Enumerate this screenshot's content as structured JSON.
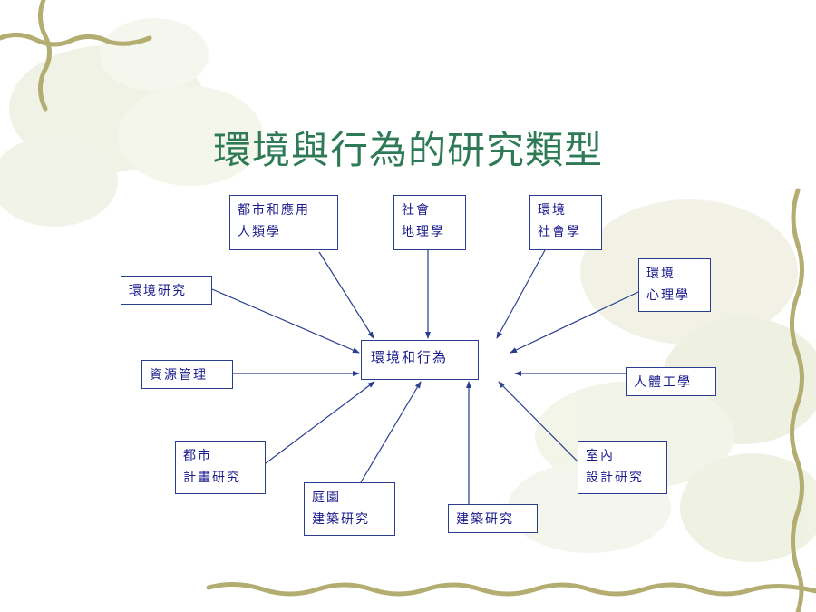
{
  "title": "環境與行為的研究類型",
  "colors": {
    "title": "#2e7a57",
    "box_border": "#2a3d8f",
    "box_text": "#1a1a8c",
    "arrow": "#2a3d8f"
  },
  "center": {
    "lines": [
      "環境和行為"
    ]
  },
  "nodes": [
    {
      "id": "urban-anthropology",
      "lines": [
        "都市和應用",
        "人類學"
      ]
    },
    {
      "id": "social-geography",
      "lines": [
        "社會",
        "地理學"
      ]
    },
    {
      "id": "environmental-sociology",
      "lines": [
        "環境",
        "社會學"
      ]
    },
    {
      "id": "environmental-research",
      "lines": [
        "環境研究"
      ]
    },
    {
      "id": "environmental-psychology",
      "lines": [
        "環境",
        "心理學"
      ]
    },
    {
      "id": "resource-management",
      "lines": [
        "資源管理"
      ]
    },
    {
      "id": "ergonomics",
      "lines": [
        "人體工學"
      ]
    },
    {
      "id": "urban-planning",
      "lines": [
        "都市",
        "計畫研究"
      ]
    },
    {
      "id": "interior-design",
      "lines": [
        "室內",
        "設計研究"
      ]
    },
    {
      "id": "garden-architecture",
      "lines": [
        "庭園",
        "建築研究"
      ]
    },
    {
      "id": "architecture-research",
      "lines": [
        "建築研究"
      ]
    }
  ]
}
